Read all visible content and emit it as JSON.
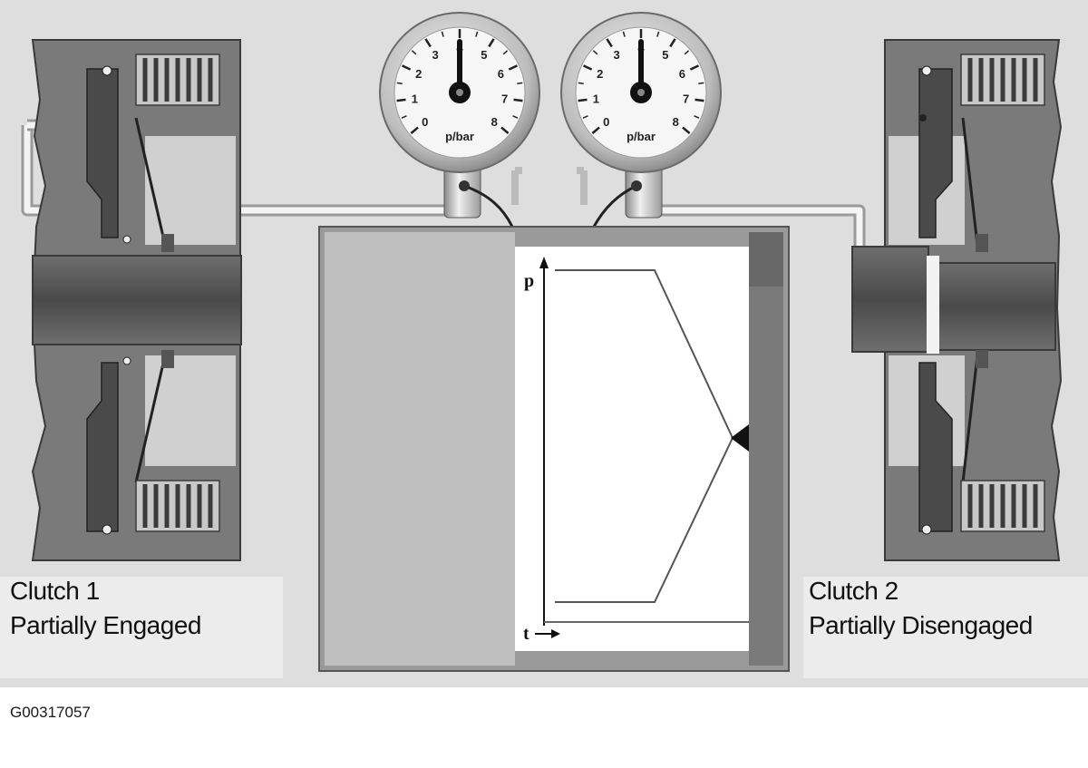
{
  "clutch_1": {
    "title": "Clutch 1",
    "state": "Partially Engaged"
  },
  "clutch_2": {
    "title": "Clutch 2",
    "state": "Partially Disengaged"
  },
  "gauges": {
    "ticks": [
      "0",
      "1",
      "2",
      "3",
      "4",
      "5",
      "6",
      "7",
      "8"
    ],
    "unit": "p/bar",
    "left_value": 4,
    "right_value": 4
  },
  "graph": {
    "y_axis": "p",
    "x_axis": "t"
  },
  "figure_id": "G00317057"
}
